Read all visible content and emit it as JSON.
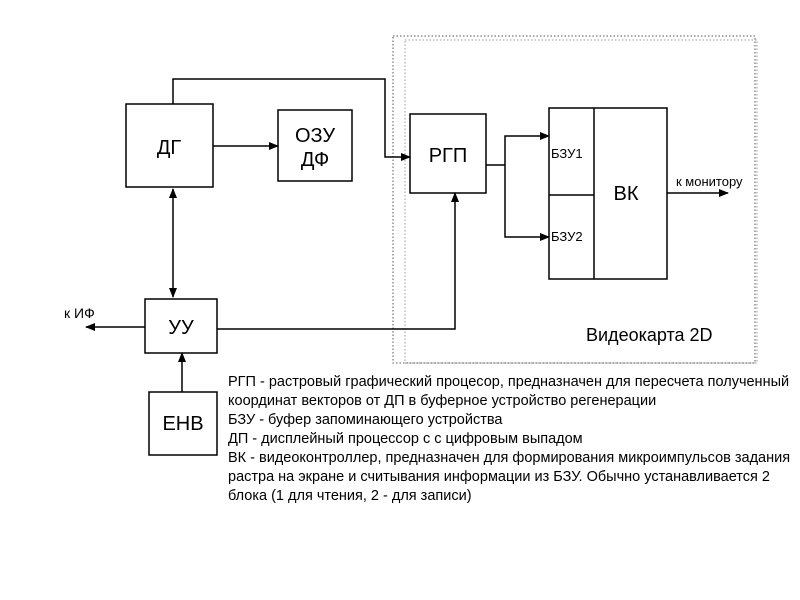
{
  "blocks": {
    "dg": "ДГ",
    "ozu_line1": "ОЗУ",
    "ozu_line2": "ДФ",
    "rgp": "РГП",
    "vk": "ВК",
    "bzu1": "БЗУ1",
    "bzu2": "БЗУ2",
    "uu": "УУ",
    "env": "ЕНВ"
  },
  "labels": {
    "to_monitor": "к монитору",
    "to_if": "к ИФ",
    "videocard": "Видеокарта 2D"
  },
  "legend": [
    "РГП - растровый графический процесор, предназначен для пересчета полученный координат векторов от ДП в буферное устройство регенерации",
    "БЗУ - буфер запоминающего устройства",
    "ДП - дисплейный процессор с с цифровым выпадом",
    "ВК - видеоконтроллер, предназначен для формирования микроимпульсов задания растра на экране и считывания информации из БЗУ. Обычно устанавливается 2 блока (1 для чтения, 2 - для записи)"
  ]
}
